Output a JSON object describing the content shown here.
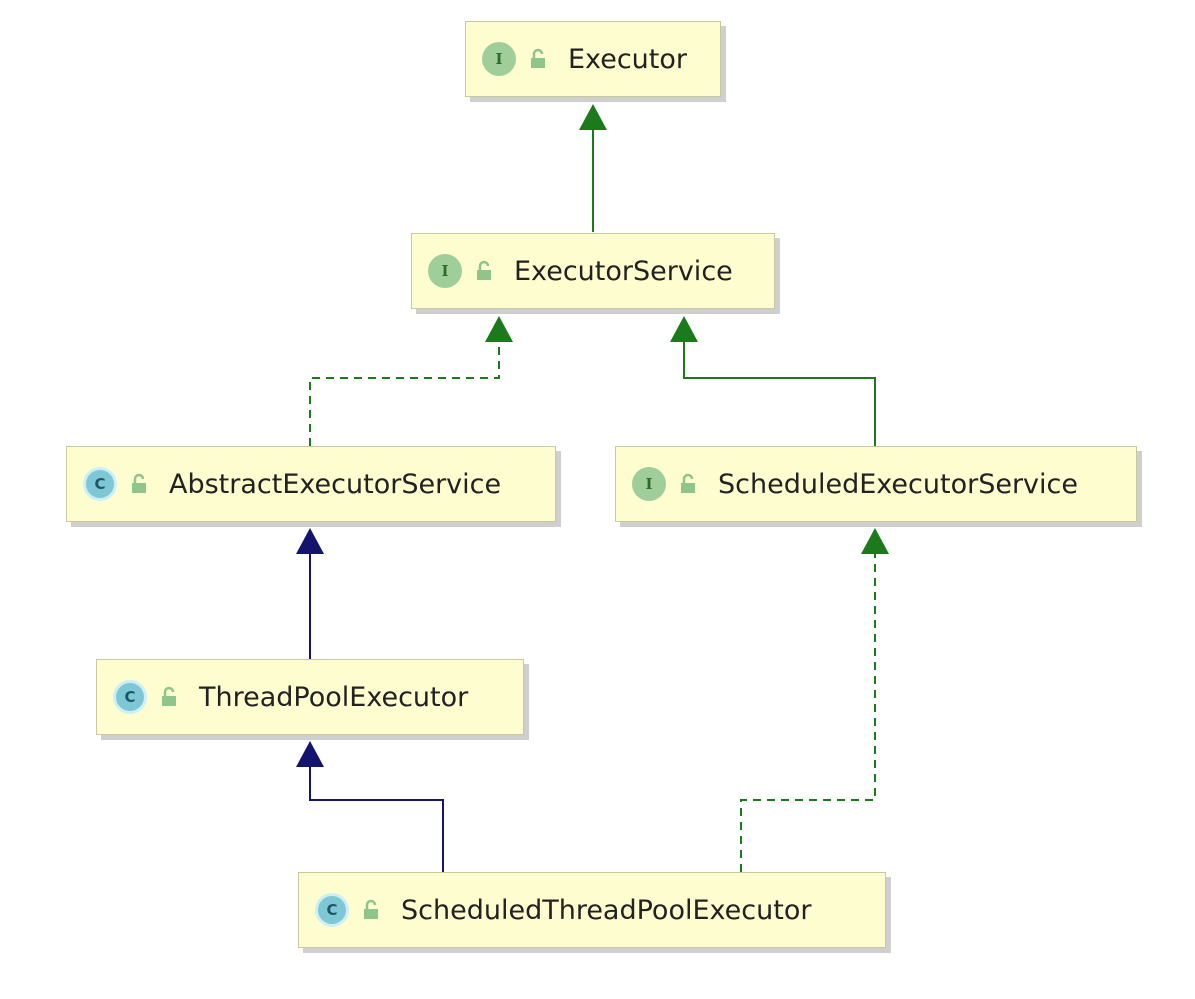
{
  "colors": {
    "node_fill": "#fdfdcf",
    "interface_edge": "#1b7a1b",
    "class_edge": "#14146e"
  },
  "nodes": [
    {
      "id": "executor",
      "kind": "interface",
      "badge": "I",
      "lock_icon": "unlocked-padlock-icon",
      "label": "Executor"
    },
    {
      "id": "executor_service",
      "kind": "interface",
      "badge": "I",
      "lock_icon": "unlocked-padlock-icon",
      "label": "ExecutorService"
    },
    {
      "id": "abstract_executor_service",
      "kind": "abstract-class",
      "badge": "C",
      "lock_icon": "unlocked-padlock-icon",
      "label": "AbstractExecutorService"
    },
    {
      "id": "scheduled_executor_service",
      "kind": "interface",
      "badge": "I",
      "lock_icon": "unlocked-padlock-icon",
      "label": "ScheduledExecutorService"
    },
    {
      "id": "thread_pool_executor",
      "kind": "class",
      "badge": "C",
      "lock_icon": "unlocked-padlock-icon",
      "label": "ThreadPoolExecutor"
    },
    {
      "id": "scheduled_thread_pool_executor",
      "kind": "class",
      "badge": "C",
      "lock_icon": "unlocked-padlock-icon",
      "label": "ScheduledThreadPoolExecutor"
    }
  ],
  "edges": [
    {
      "from": "executor_service",
      "to": "executor",
      "relation": "extends",
      "style": "solid",
      "color": "#1b7a1b"
    },
    {
      "from": "abstract_executor_service",
      "to": "executor_service",
      "relation": "implements",
      "style": "dashed",
      "color": "#1b7a1b"
    },
    {
      "from": "scheduled_executor_service",
      "to": "executor_service",
      "relation": "extends",
      "style": "solid",
      "color": "#1b7a1b"
    },
    {
      "from": "thread_pool_executor",
      "to": "abstract_executor_service",
      "relation": "extends",
      "style": "solid",
      "color": "#14146e"
    },
    {
      "from": "scheduled_thread_pool_executor",
      "to": "thread_pool_executor",
      "relation": "extends",
      "style": "solid",
      "color": "#14146e"
    },
    {
      "from": "scheduled_thread_pool_executor",
      "to": "scheduled_executor_service",
      "relation": "implements",
      "style": "dashed",
      "color": "#1b7a1b"
    }
  ]
}
